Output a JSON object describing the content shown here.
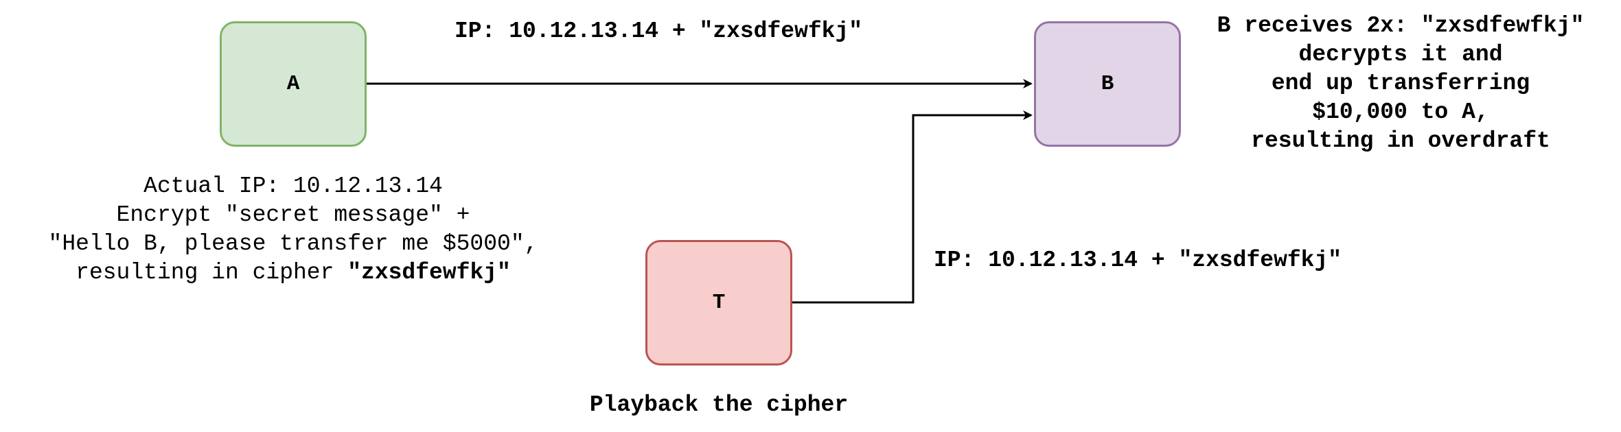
{
  "colors": {
    "node_a_fill": "#d5e8d4",
    "node_a_stroke": "#82b366",
    "node_b_fill": "#e1d5e7",
    "node_b_stroke": "#9673a6",
    "node_t_fill": "#f8cecc",
    "node_t_stroke": "#b85450",
    "edge": "#000000"
  },
  "nodes": {
    "a": {
      "label": "A"
    },
    "b": {
      "label": "B"
    },
    "t": {
      "label": "T"
    }
  },
  "edges": {
    "a_to_b": {
      "label": "IP: 10.12.13.14 + \"zxsdfewfkj\""
    },
    "t_to_b": {
      "label": "IP: 10.12.13.14 + \"zxsdfewfkj\""
    }
  },
  "notes": {
    "a_description": {
      "line1": "Actual IP: 10.12.13.14",
      "line2": "Encrypt \"secret message\" +",
      "line3": "\"Hello B, please transfer me $5000\",",
      "line4_prefix": "resulting in cipher ",
      "line4_cipher": "\"zxsdfewfkj\""
    },
    "b_description": {
      "line1": "B receives 2x: \"zxsdfewfkj\"",
      "line2": "decrypts it and",
      "line3": "end up transferring",
      "line4": "$10,000 to A,",
      "line5": "resulting in overdraft"
    },
    "t_description": "Playback the cipher"
  }
}
